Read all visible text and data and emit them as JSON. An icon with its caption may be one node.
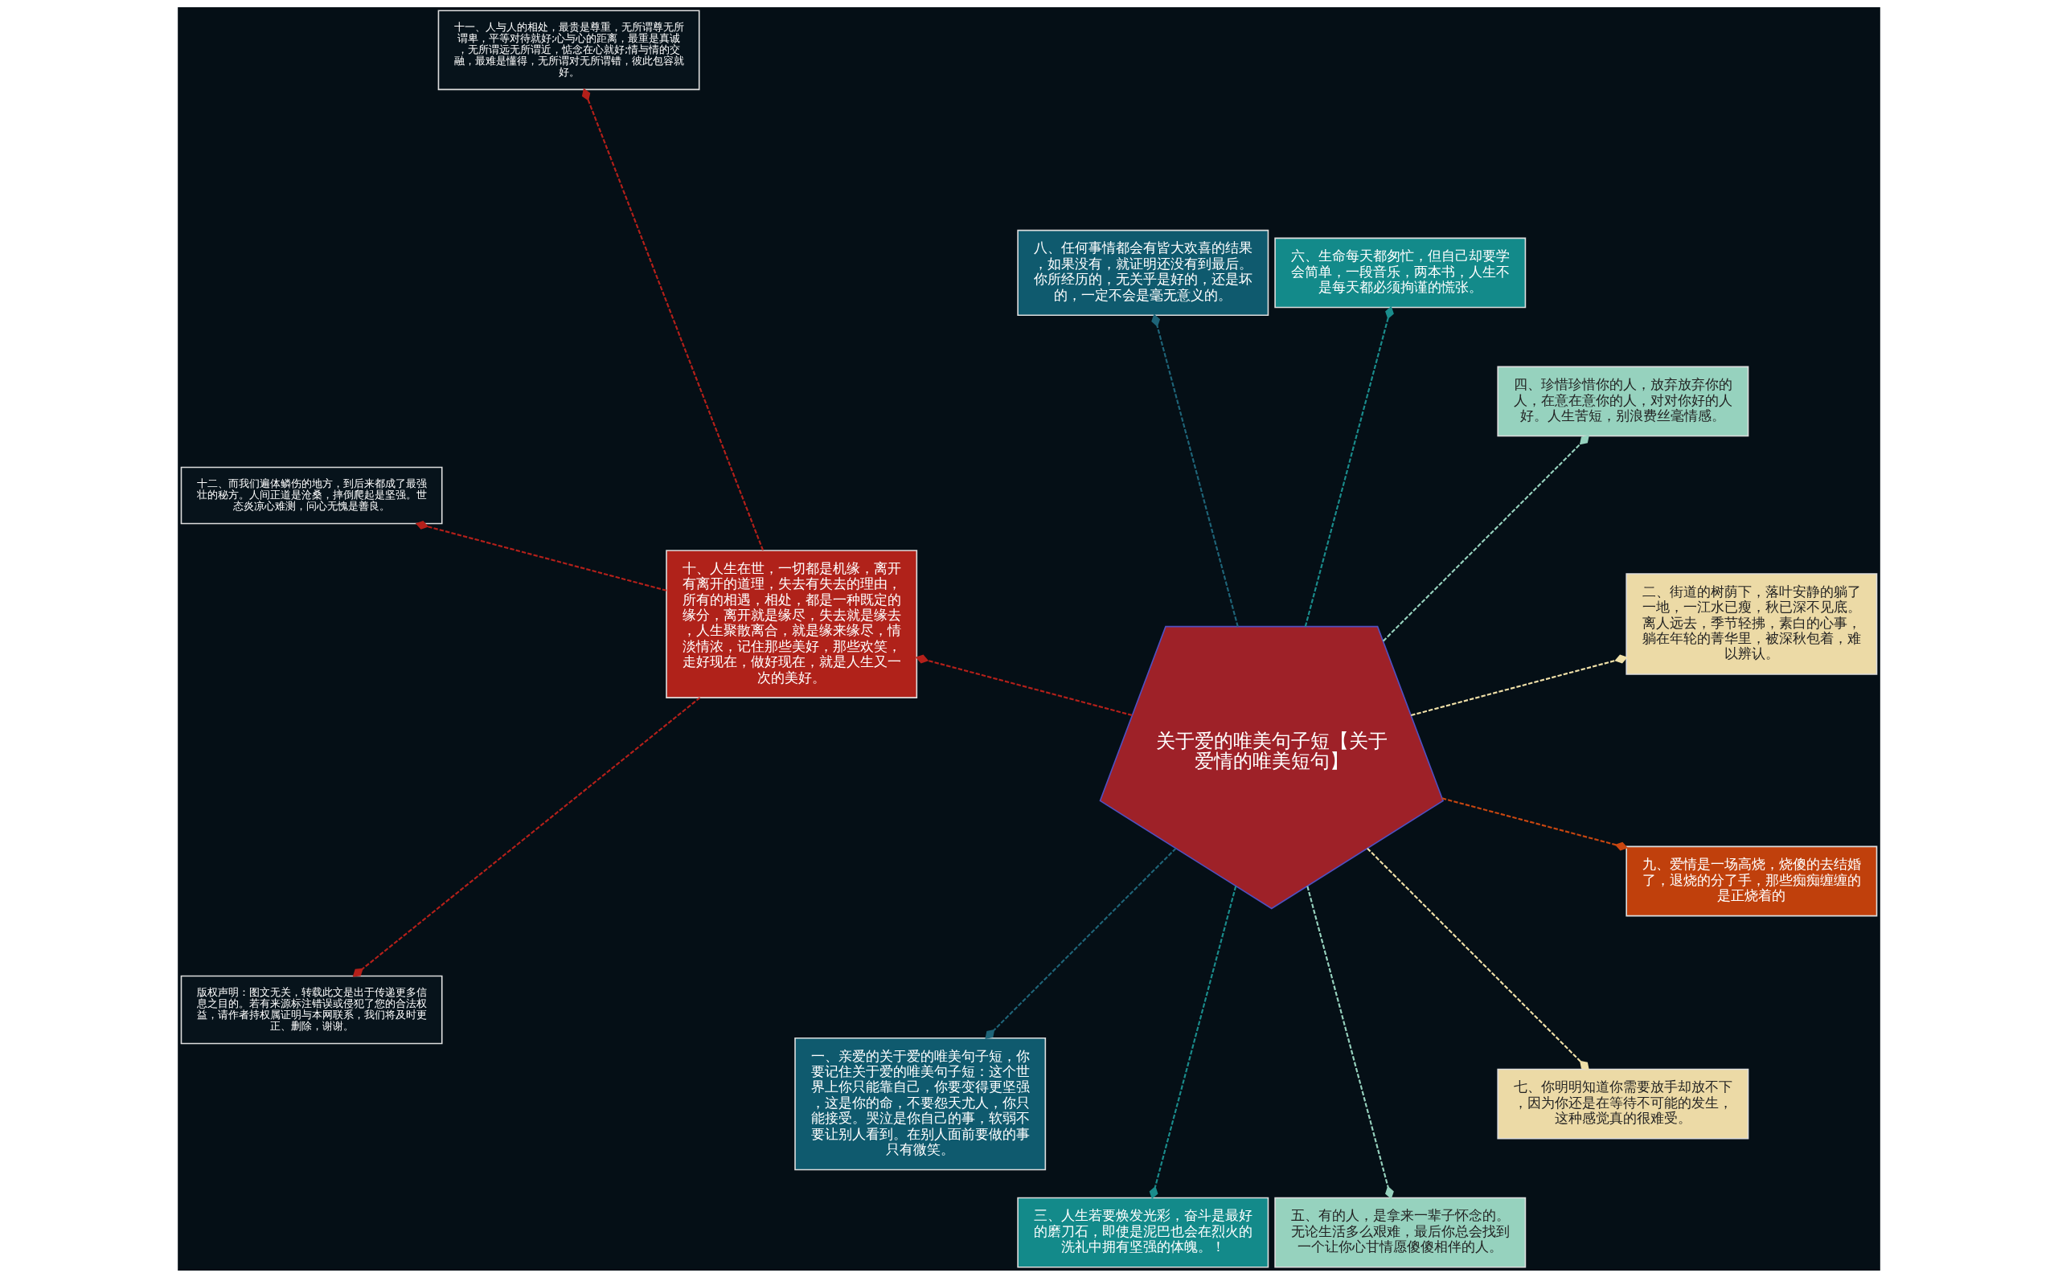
{
  "diagram": {
    "nodes": [
      {
        "text": [
          "关于爱的唯美句子短【关于爱情的唯美短句】"
        ]
      },
      {
        "text": [
          "二、街道的树荫下，落叶安静的躺了一地，一江水已瘦，秋已深不见底。离人远去，季节轻拂，素白的心事，躺在年轮的菁华里，被深秋包着，难以辨认。"
        ]
      },
      {
        "text": [
          "四、珍惜珍惜你的人，放弃放弃你的人，在意在意你的人，对对你好的人好。人生苦短，别浪费丝毫情感。"
        ]
      },
      {
        "text": [
          "六、生命每天都匆忙，但自己却要学会简单，一段音乐，两本书，人生不是每天都必须拘谨的慌张。"
        ]
      },
      {
        "text": [
          "八、任何事情都会有皆大欢喜的结果，如果没有，就证明还没有到最后。你所经历的，无关乎是好的，还是坏的，一定不会是毫无意义的。"
        ]
      },
      {
        "text": [
          "十、人生在世，一切都是机缘，离开有离开的道理，失去有失去的理由，所有的相遇，相处，都是一种既定的缘分，离开就是缘尽，失去就是缘去，人生聚散离合，就是缘来缘尽，情淡情浓，记住那些美好，那些欢笑，走好现在，做好现在，就是人生又一次的美好。"
        ]
      },
      {
        "text": [
          "一、亲爱的关于爱的唯美句子短，你要记住关于爱的唯美句子短：这个世界上你只能靠自己，你要变得更坚强，这是你的命，不要怨天尤人，你只能接受。哭泣是你自己的事，软弱不要让别人看到。在别人面前要做的事只有微笑。"
        ]
      },
      {
        "text": [
          "三、人生若要焕发光彩，奋斗是最好的磨刀石，即使是泥巴也会在烈火的洗礼中拥有坚强的体魄。！"
        ]
      },
      {
        "text": [
          "五、有的人，是拿来一辈子怀念的。无论生活多么艰难，最后你总会找到一个让你心甘情愿傻傻相伴的人。"
        ]
      },
      {
        "text": [
          "七、你明明知道你需要放手却放不下，因为你还是在等待不可能的发生，这种感觉真的很难受。"
        ]
      },
      {
        "text": [
          "九、爱情是一场高烧，烧傻的去结婚了，退烧的分了手，那些痴痴缠缠的是正烧着的"
        ]
      },
      {
        "text": [
          "十一、人与人的相处，最贵是尊重，无所谓尊无所谓卑，平等对待就好;心与心的距离，最重是真诚，无所谓远无所谓近，惦念在心就好;情与情的交融，最难是懂得，无所谓对无所谓错，彼此包容就好。"
        ]
      },
      {
        "text": [
          "十二、而我们遍体鳞伤的地方，到后来都成了最强壮的秘方。人间正道是沧桑，摔倒爬起是坚强。世态炎凉心难测，问心无愧是善良。"
        ]
      },
      {
        "text": [
          "版权声明：图文无关，转载此文是出于传递更多信息之目的。若有来源标注错误或侵犯了您的合法权益，请作者持权属证明与本网联系，我们将及时更正、删除，谢谢。"
        ]
      }
    ],
    "edges": [
      {
        "from": 0,
        "to": 1,
        "arrow": "other",
        "style": "dashed",
        "color": "#f0e0a8"
      },
      {
        "from": 0,
        "to": 2,
        "arrow": "other",
        "style": "dashed",
        "color": "#96d2be"
      },
      {
        "from": 0,
        "to": 3,
        "arrow": "other",
        "style": "dashed",
        "color": "#1a8c8c"
      },
      {
        "from": 0,
        "to": 4,
        "arrow": "other",
        "style": "dashed",
        "color": "#1e6478"
      },
      {
        "from": 0,
        "to": 5,
        "arrow": "other",
        "style": "dashed",
        "color": "#b4201a"
      },
      {
        "from": 0,
        "to": 6,
        "arrow": "other",
        "style": "dashed",
        "color": "#1e6478"
      },
      {
        "from": 0,
        "to": 7,
        "arrow": "other",
        "style": "dashed",
        "color": "#1a8c8c"
      },
      {
        "from": 0,
        "to": 8,
        "arrow": "other",
        "style": "dashed",
        "color": "#96d2be"
      },
      {
        "from": 0,
        "to": 9,
        "arrow": "other",
        "style": "dashed",
        "color": "#f0e0a8"
      },
      {
        "from": 0,
        "to": 10,
        "arrow": "other",
        "style": "dashed",
        "color": "#c84610"
      },
      {
        "from": 5,
        "to": 11,
        "arrow": "other",
        "style": "dashed",
        "color": "#b4201a"
      },
      {
        "from": 5,
        "to": 12,
        "arrow": "other",
        "style": "dashed",
        "color": "#b4201a"
      },
      {
        "from": 5,
        "to": 13,
        "arrow": "other",
        "style": "dashed",
        "color": "#b4201a"
      }
    ]
  }
}
